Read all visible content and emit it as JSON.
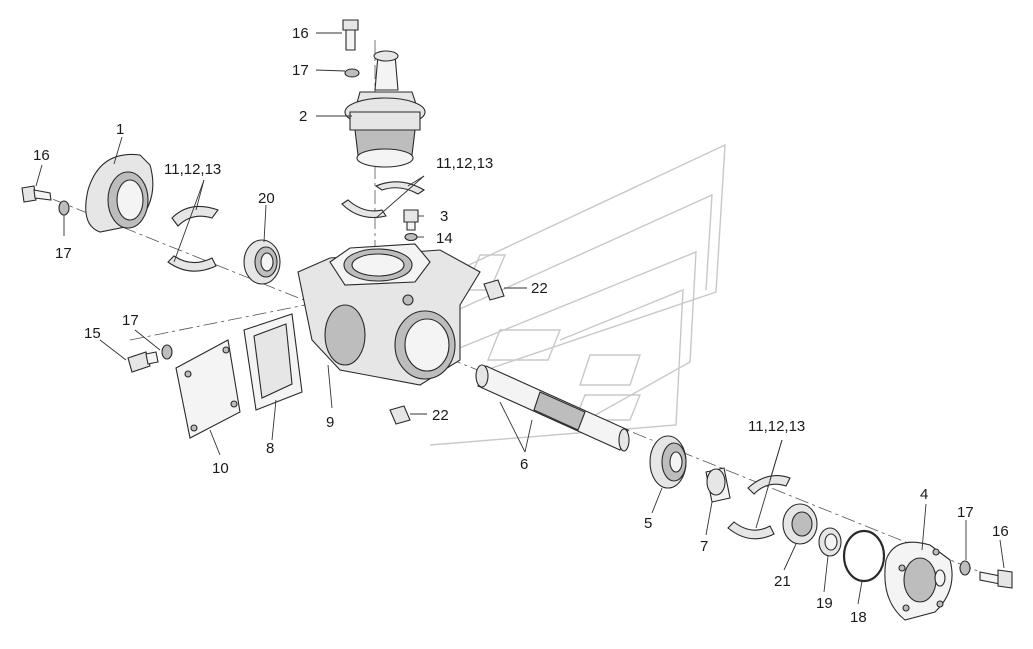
{
  "callouts": {
    "c1": "1",
    "c2": "2",
    "c3": "3",
    "c4": "4",
    "c5": "5",
    "c6": "6",
    "c7": "7",
    "c8": "8",
    "c9": "9",
    "c10": "10",
    "c14": "14",
    "c15": "15",
    "c16_top": "16",
    "c16_left": "16",
    "c16_right": "16",
    "c17_top": "17",
    "c17_left": "17",
    "c17_mid": "17",
    "c17_right": "17",
    "c18": "18",
    "c19": "19",
    "c20": "20",
    "c21": "21",
    "c22_upper": "22",
    "c22_lower": "22",
    "c111213_left": "11,12,13",
    "c111213_mid": "11,12,13",
    "c111213_right": "11,12,13"
  }
}
